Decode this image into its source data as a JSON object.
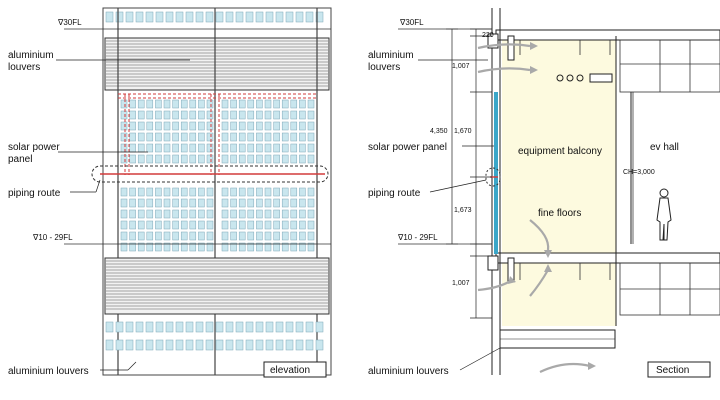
{
  "elevation": {
    "level_top": "∇30FL",
    "level_mid": "∇10 - 29FL",
    "labels": {
      "louvers_top": [
        "aluminium",
        "louvers"
      ],
      "solar_panel": [
        "solar power",
        "panel"
      ],
      "piping_route": "piping route",
      "louvers_bottom": "aluminium louvers"
    },
    "caption": "elevation"
  },
  "section": {
    "level_top": "∇30FL",
    "level_mid": "∇10 - 29FL",
    "dimensions": {
      "d220": "220",
      "d1007_top": "1,007",
      "d4350": "4,350",
      "d1670": "1,670",
      "d1673": "1,673",
      "d1007_bottom": "1,007",
      "ceiling_height": "CH=3,000"
    },
    "labels": {
      "louvers_top": [
        "aluminium",
        "louvers"
      ],
      "solar_panel": "solar power panel",
      "piping_route": "piping route",
      "louvers_bottom": "aluminium louvers",
      "equipment_balcony": "equipment balcony",
      "fine_floors": "fine floors",
      "ev_hall": "ev hall"
    },
    "caption": "Section"
  },
  "colors": {
    "panel_cell": "#c9e6ee",
    "panel_cell_border": "#7fa8b8",
    "balcony_fill": "#fdfadf",
    "glass": "#3aa6c8",
    "piping": "#d23b3b",
    "arrow": "#a9a9a9",
    "line": "#222222"
  }
}
